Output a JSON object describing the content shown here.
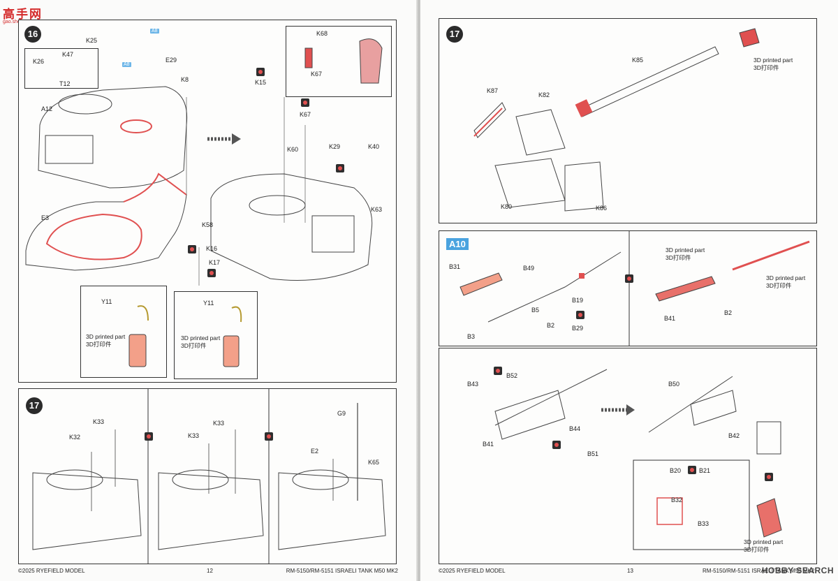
{
  "watermark": {
    "logo": "高手网",
    "url": "gao.shou.com"
  },
  "left_page": {
    "step16": {
      "number": "16",
      "badges": [
        "A8",
        "A8"
      ],
      "labels": [
        "K25",
        "K26",
        "K47",
        "T12",
        "E29",
        "K8",
        "A12",
        "E3",
        "K15",
        "K68",
        "K67",
        "K67",
        "K60",
        "K29",
        "K40",
        "K63",
        "K58",
        "K16",
        "K17",
        "Y11",
        "Y11"
      ],
      "callout_notes": [
        {
          "line1": "3D printed part",
          "line2": "3D打印件"
        },
        {
          "line1": "3D printed part",
          "line2": "3D打印件"
        }
      ]
    },
    "step17": {
      "number": "17",
      "labels": [
        "K33",
        "K32",
        "K33",
        "K33",
        "G9",
        "E2",
        "K65"
      ]
    },
    "footer": {
      "copyright": "©2025 RYEFIELD MODEL",
      "page": "12",
      "product": "RM-5150/RM-5151 ISRAELI TANK M50 MK2"
    }
  },
  "right_page": {
    "step17": {
      "number": "17",
      "labels": [
        "K85",
        "K87",
        "K82",
        "K80",
        "K86"
      ],
      "note": {
        "line1": "3D printed part",
        "line2": "3D打印件"
      }
    },
    "a10": {
      "badge": "A10",
      "labels": [
        "B31",
        "B49",
        "B19",
        "B29",
        "B5",
        "B2",
        "B3",
        "B41",
        "B2"
      ],
      "note_upper": {
        "line1": "3D printed part",
        "line2": "3D打印件"
      },
      "note_right": {
        "line1": "3D printed part",
        "line2": "3D打印件"
      }
    },
    "lower": {
      "labels": [
        "B43",
        "B52",
        "B41",
        "B44",
        "B51",
        "B50",
        "B42",
        "B20",
        "B21",
        "B32",
        "B33"
      ],
      "note": {
        "line1": "3D printed part",
        "line2": "3D打印件"
      }
    },
    "footer": {
      "copyright": "©2025 RYEFIELD MODEL",
      "page": "13",
      "product": "RM-5150/RM-5151 ISRAELI TANK M50 MK2"
    }
  },
  "hobbysearch": "HOBBY SEARCH",
  "colors": {
    "accent": "#e05050",
    "ink": "#333333"
  }
}
